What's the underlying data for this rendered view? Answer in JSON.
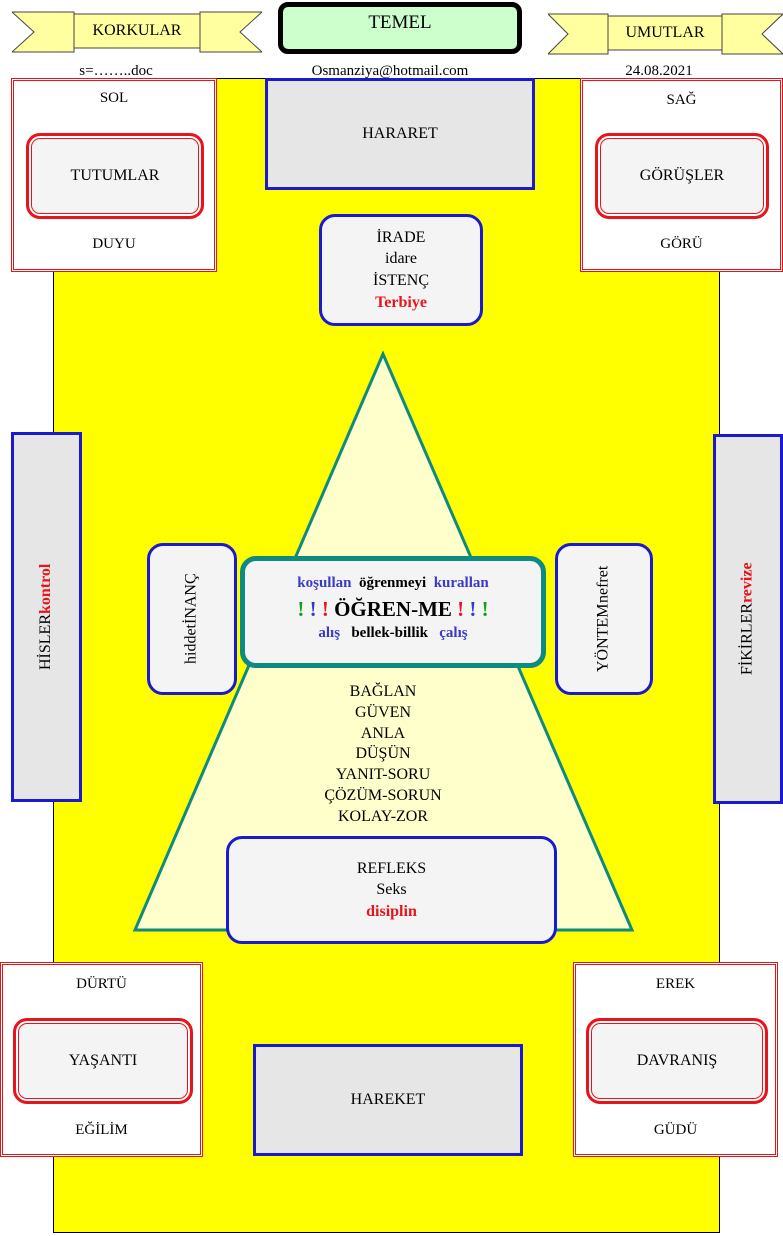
{
  "header": {
    "left_banner": "KORKULAR",
    "title": "TEMEL",
    "right_banner": "UMUTLAR",
    "left_note": "s=……..doc",
    "email": "Osmanziya@hotmail.com",
    "date": "24.08.2021"
  },
  "top_left": {
    "top": "SOL",
    "inner": "TUTUMLAR",
    "bottom": "DUYU"
  },
  "top_right": {
    "top": "SAĞ",
    "inner": "GÖRÜŞLER",
    "bottom": "GÖRÜ"
  },
  "bottom_left": {
    "top": "DÜRTÜ",
    "inner": "YAŞANTI",
    "bottom": "EĞİLİM"
  },
  "bottom_right": {
    "top": "EREK",
    "inner": "DAVRANIŞ",
    "bottom": "GÜDÜ"
  },
  "hararet": "HARARET",
  "hareket": "HAREKET",
  "irade": {
    "l1": "İRADE",
    "l2": "idare",
    "l3": "İSTENÇ",
    "l4": "Terbiye"
  },
  "left_bar": {
    "l1": "HİSLER",
    "l2": "kontrol"
  },
  "right_bar": {
    "l1": "FİKİRLER",
    "l2": "revize"
  },
  "left_mid": {
    "l1": "hiddet",
    "l2": "İNANÇ"
  },
  "right_mid": {
    "l1": "YÖNTEM",
    "l2": "nefret"
  },
  "center": {
    "row1": {
      "a": "koşullan",
      "b": "öğrenmeyi",
      "c": "kurallan"
    },
    "row2": {
      "ex1": "!",
      "ex2": "!",
      "ex3": "!",
      "word": "ÖĞREN-ME",
      "ex4": "!",
      "ex5": "!",
      "ex6": "!"
    },
    "row3": {
      "a": "alış",
      "b": "bellek-billik",
      "c": "çalış"
    }
  },
  "triangle_list": [
    "BAĞLAN",
    "GÜVEN",
    "ANLA",
    "DÜŞÜN",
    "YANIT-SORU",
    "ÇÖZÜM-SORUN",
    "KOLAY-ZOR"
  ],
  "refleks": {
    "l1": "REFLEKS",
    "l2": "Seks",
    "l3": "disiplin"
  },
  "colors": {
    "yellow": "#ffff00",
    "red": "#e8141c",
    "blue": "#1a1ad0",
    "teal": "#0e8a80",
    "triangle_fill": "#ffffcc"
  }
}
